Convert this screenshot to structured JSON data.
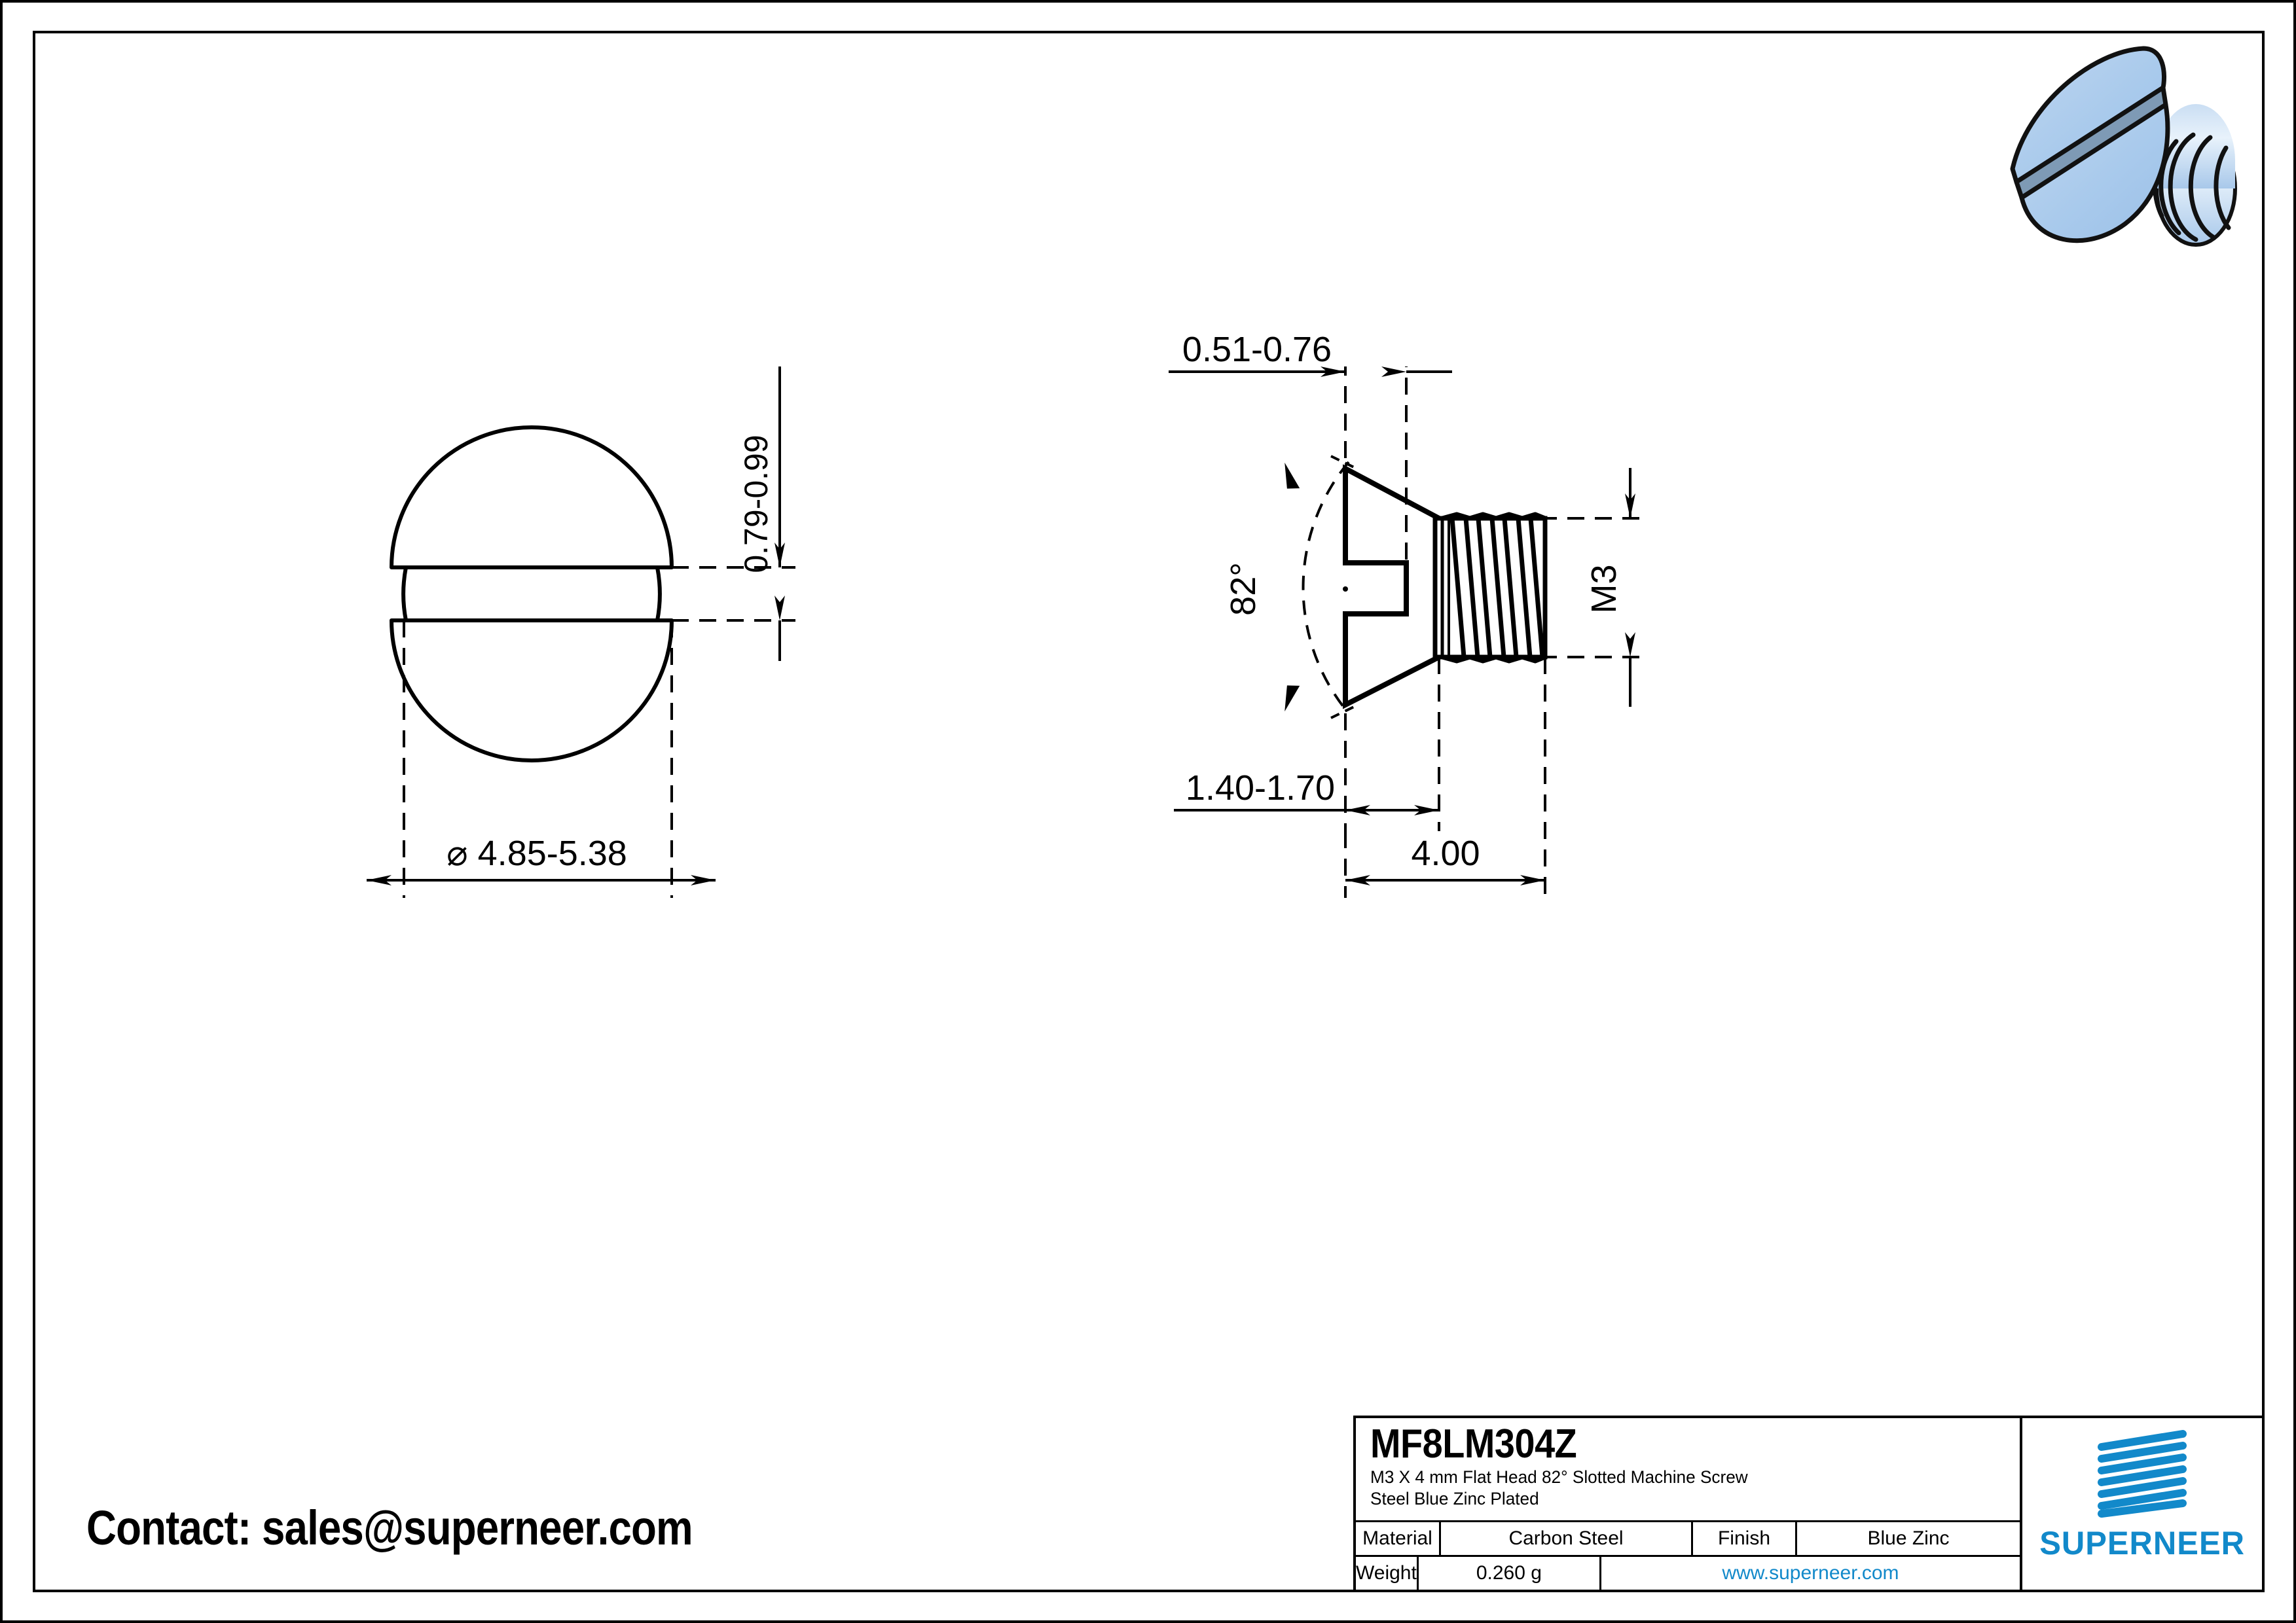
{
  "sheet": {
    "contact_text": "Contact: sales@superneer.com"
  },
  "title_block": {
    "part_number": "MF8LM304Z",
    "description_line1": "M3 X 4 mm  Flat Head 82° Slotted Machine Screw",
    "description_line2": "Steel Blue Zinc Plated",
    "material_label": "Material",
    "material_value": "Carbon Steel",
    "finish_label": "Finish",
    "finish_value": "Blue Zinc",
    "weight_label": "Weight",
    "weight_value": "0.260 g",
    "website": "www.superneer.com",
    "brand_name": "SUPERNEER",
    "brand_color": "#1289CA"
  },
  "views": {
    "top_view": {
      "name": "head-on-view",
      "diameter_dim": "⌀ 4.85-5.38",
      "slot_width_dim": "0.79-0.99"
    },
    "side_view": {
      "name": "side-section-view",
      "slot_depth_dim": "0.51-0.76",
      "head_height_dim": "1.40-1.70",
      "length_dim": "4.00",
      "thread_dim": "M3",
      "head_angle_dim": "82°"
    }
  },
  "isometric": {
    "name": "screw-3d-render",
    "body_color": "#AECDEE",
    "slot_color": "#7E9AB5",
    "outline_color": "#111111"
  },
  "chart_data": {
    "type": "table",
    "title": "MF8LM304Z",
    "categories": [
      "Material",
      "Finish",
      "Weight"
    ],
    "values": [
      "Carbon Steel",
      "Blue Zinc",
      "0.260 g"
    ],
    "dimensions": {
      "head_diameter_mm": [
        4.85,
        5.38
      ],
      "slot_width_mm": [
        0.79,
        0.99
      ],
      "slot_depth_mm": [
        0.51,
        0.76
      ],
      "head_height_mm": [
        1.4,
        1.7
      ],
      "overall_length_mm": 4.0,
      "thread": "M3",
      "head_angle_deg": 82
    }
  }
}
